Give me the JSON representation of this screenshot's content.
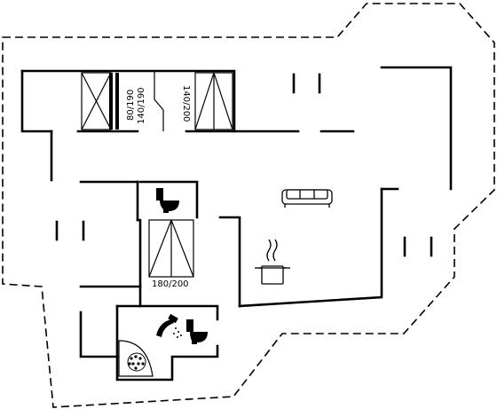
{
  "floorplan": {
    "bed_labels": {
      "bunk_top": "80/190",
      "bunk_bottom": "140/190",
      "double_bed": "140/200",
      "single_bed": "180/200"
    },
    "icons": [
      "toilet-icon",
      "sofa-icon",
      "cooking-pot-icon",
      "shower-icon",
      "toilet-icon",
      "whirlpool-icon"
    ]
  }
}
